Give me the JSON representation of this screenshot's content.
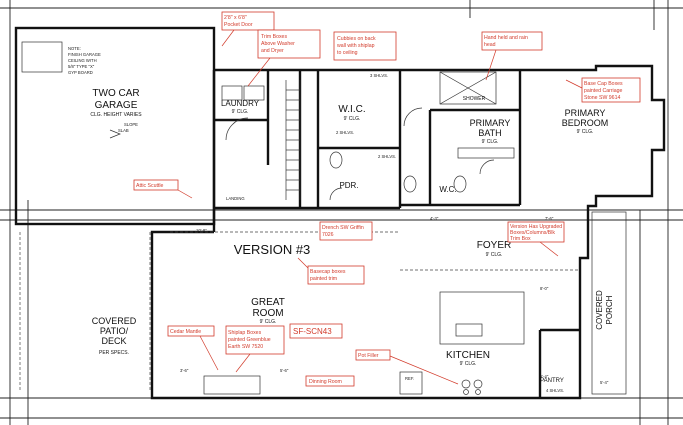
{
  "rooms": {
    "garage": [
      "TWO CAR",
      "GARAGE",
      "CLG. HEIGHT VARIES"
    ],
    "garage_note": [
      "NOTE:",
      "FINISH GARAGE",
      "CEILING WITH",
      "5/8\" TYPE \"X\"",
      "GYP BOARD"
    ],
    "garage_slope": [
      "SLOPE",
      "SLAB"
    ],
    "laundry": [
      "LAUNDRY",
      "9' CLG."
    ],
    "wic": [
      "W.I.C.",
      "9' CLG."
    ],
    "primary_bath": [
      "PRIMARY",
      "BATH",
      "9' CLG."
    ],
    "primary_bedroom": [
      "PRIMARY",
      "BEDROOM",
      "9' CLG."
    ],
    "pdr": "PDR.",
    "wc": "W.C.",
    "version": "VERSION #3",
    "foyer": [
      "FOYER",
      "9' CLG."
    ],
    "great_room": [
      "GREAT",
      "ROOM",
      "9' CLG."
    ],
    "covered_patio": [
      "COVERED",
      "PATIO/",
      "DECK",
      "PER SPECS."
    ],
    "kitchen": [
      "KITCHEN",
      "9' CLG."
    ],
    "covered_porch": [
      "COVERED",
      "PORCH"
    ],
    "pantry": "PANTRY",
    "shower": "SHOWER",
    "shelves": [
      "3 SHLVS.",
      "2 SHLVS.",
      "2 SHLVS.",
      "4 SHLVS."
    ],
    "landing": "LANDING",
    "ref": "REF.",
    "version_tag": "SF-SCN43"
  },
  "notes": {
    "pocket_door": [
      "2'8\" x 6'8\"",
      "Pocket Door"
    ],
    "trim_boxes": [
      "Trim Boxes",
      "Above Washer",
      "and Dryer"
    ],
    "cubbies": [
      "Cubbies on back",
      "wall with shiplap",
      "to ceiling"
    ],
    "hand_held": [
      "Hand held and rain",
      "head"
    ],
    "base_cap": [
      "Base Cap Boxes",
      "painted Carriage",
      "Stone SW 9614"
    ],
    "attic": "Attic Scuttle",
    "drench": [
      "Drench SW Griffin",
      "7026"
    ],
    "basecap_trim": [
      "Basecap boxes",
      "painted trim"
    ],
    "version_note": [
      "Version Has Upgraded",
      "Boxes/Columns/Blk",
      "Trim Box"
    ],
    "cedar": "Cedar Mantle",
    "shiplap": [
      "Shiplap Boxes",
      "painted Greenblue",
      "Earth SW 7520"
    ],
    "pot_filler": "Pot Filler",
    "dining": "Dinning Room"
  },
  "colors": {
    "note_red": "#d23b2b",
    "ink": "#111111"
  }
}
